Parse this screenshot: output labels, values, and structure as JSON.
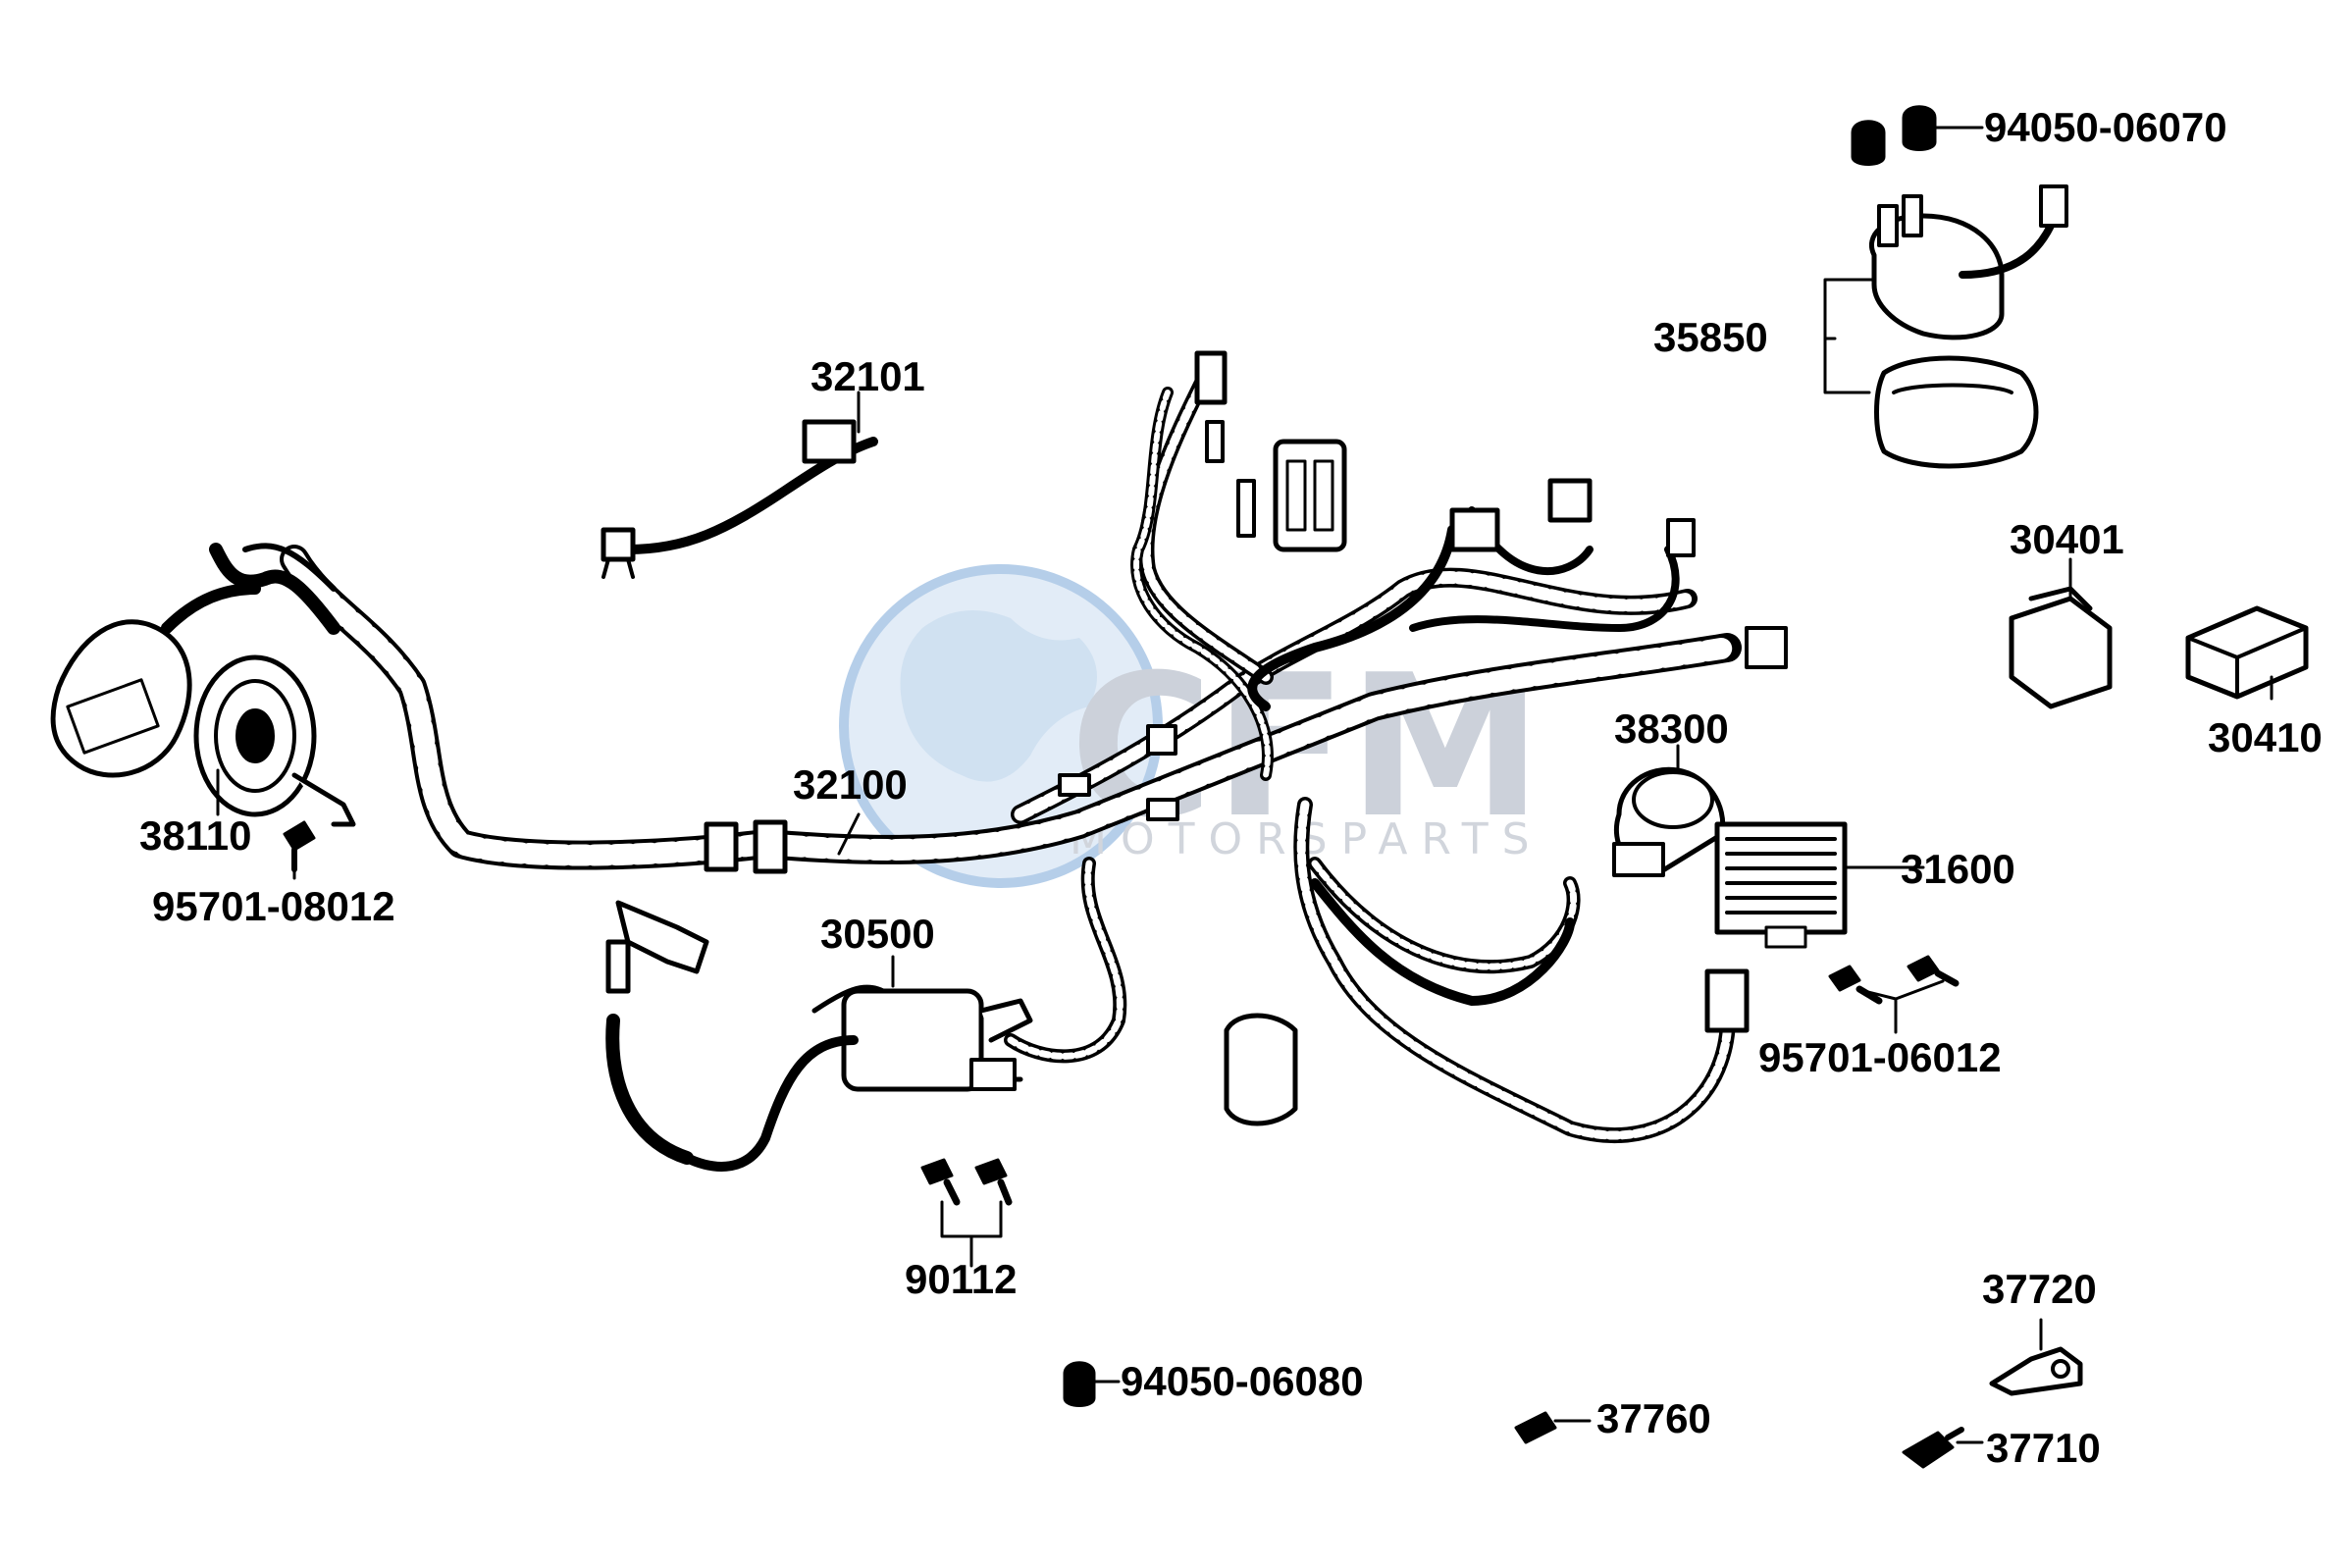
{
  "watermark": {
    "brand": "CFM",
    "tagline": "MOTORSPARTS"
  },
  "labels": {
    "p94050_06070": "94050-06070",
    "p35850": "35850",
    "p32101": "32101",
    "p30401": "30401",
    "p30410": "30410",
    "p38300": "38300",
    "p31600": "31600",
    "p32100": "32100",
    "p38110": "38110",
    "p95701_08012": "95701-08012",
    "p30500": "30500",
    "p95701_06012": "95701-06012",
    "p90112": "90112",
    "p94050_06080": "94050-06080",
    "p37720": "37720",
    "p37760": "37760",
    "p37710": "37710"
  }
}
